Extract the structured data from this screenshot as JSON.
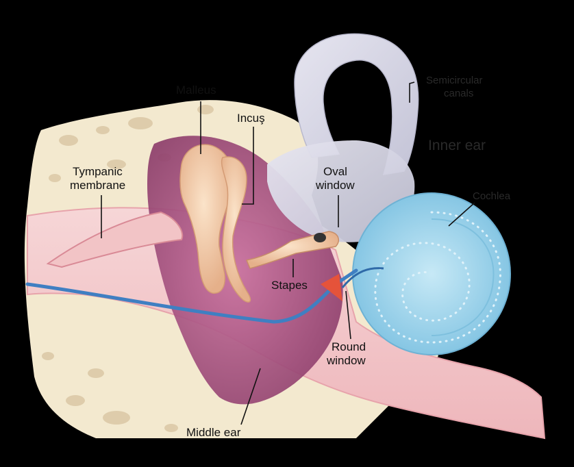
{
  "labels": {
    "malleus": "Malleus",
    "incus": "Incuş",
    "tympanic_1": "Tympanic",
    "tympanic_2": "membrane",
    "oval_1": "Oval",
    "oval_2": "window",
    "semicircular_1": "Semicircular",
    "semicircular_2": "canals",
    "inner_ear": "Inner ear",
    "cochlea": "Cochlea",
    "stapes": "Stapes",
    "round_1": "Round",
    "round_2": "window",
    "middle_ear": "Middle ear"
  },
  "colors": {
    "background": "#000000",
    "bone": "#f3e9cf",
    "bone_spots": "#d9c6a3",
    "canal_pink": "#f2c4c6",
    "canal_lining": "#e7a3ab",
    "middle_ear_cavity": "#b45a8a",
    "ossicle": "#f1c9a5",
    "vestibule": "#d8d8e6",
    "cochlea": "#9fd3ea",
    "cochlea_dots": "#dff2fa",
    "electrode": "#3f7fc2",
    "electrode_tip": "#e5533a"
  }
}
